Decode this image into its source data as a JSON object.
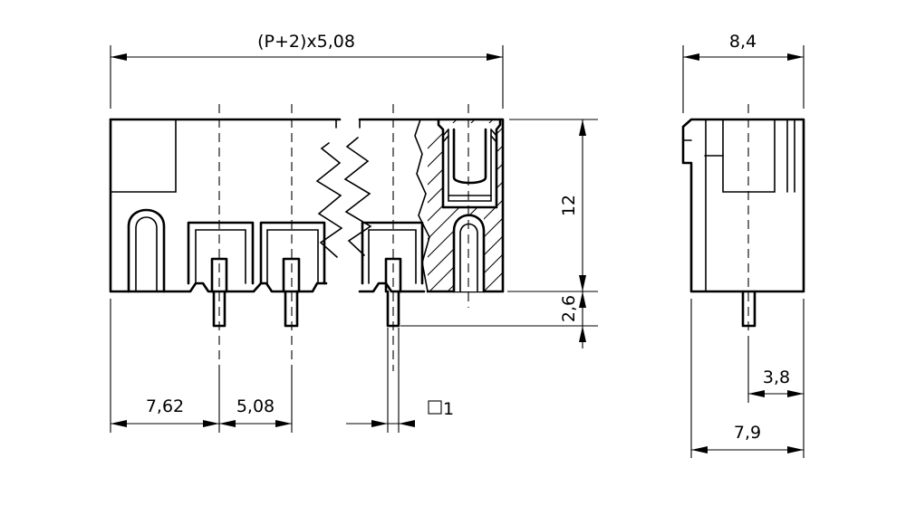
{
  "front_view": {
    "dim_total_width": "(P+2)x5,08",
    "dim_height": "12",
    "dim_pin_length": "2,6",
    "dim_edge_to_pin": "7,62",
    "dim_pitch": "5,08",
    "dim_pin_square": "1"
  },
  "side_view": {
    "dim_depth": "8,4",
    "dim_pin_offset": "3,8",
    "dim_base_depth": "7,9"
  }
}
